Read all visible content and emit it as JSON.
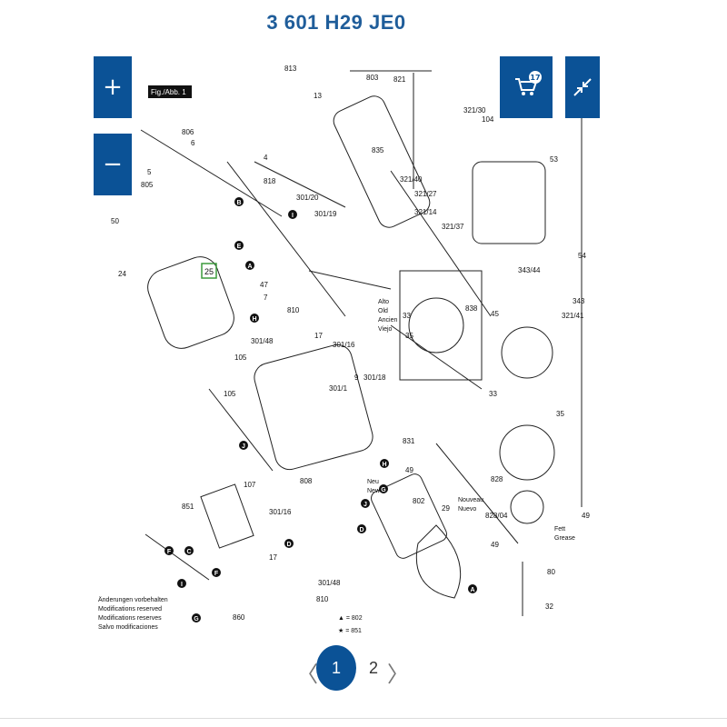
{
  "header": {
    "title": "3 601 H29 JE0"
  },
  "controls": {
    "zoom_in": "+",
    "zoom_out": "−",
    "cart_icon": "cart-icon",
    "cart_count": "17",
    "collapse_icon": "collapse-icon"
  },
  "diagram": {
    "fig_label": "Fig./Abb. 1",
    "highlight_part": "25",
    "side_labels": [
      "Alto",
      "Old",
      "Ancien",
      "Viejo"
    ],
    "new_labels": [
      "Neu",
      "New",
      "Nouveau",
      "Nuevo"
    ],
    "fett_labels": [
      "Fett",
      "Grease"
    ],
    "notice_lines": [
      "Änderungen vorbehalten",
      "Modifications reserved",
      "Modifications reserves",
      "Salvo modificaciones"
    ],
    "legend_triangle": "▲ = 802",
    "legend_star": "★ = 851",
    "part_numbers": [
      "813",
      "13",
      "803",
      "821",
      "321/30",
      "104",
      "835",
      "321/40",
      "321/27",
      "321/14",
      "321/37",
      "53",
      "54",
      "343/44",
      "343",
      "321/41",
      "806",
      "6",
      "5",
      "805",
      "4",
      "818",
      "301/20",
      "301/19",
      "50",
      "24",
      "47",
      "7",
      "810",
      "301/48",
      "17",
      "301/16",
      "105",
      "9",
      "301/18",
      "301/1",
      "838",
      "45",
      "33",
      "35",
      "831",
      "49",
      "828",
      "802",
      "29",
      "828/04",
      "80",
      "32",
      "107",
      "851",
      "808",
      "860",
      "301/16",
      "17",
      "301/48",
      "810",
      "B",
      "C",
      "D",
      "E",
      "F",
      "G",
      "H",
      "I",
      "J",
      "A"
    ]
  },
  "pagination": {
    "prev": "〈",
    "current": "1",
    "next_page": "2",
    "next": "〉"
  }
}
